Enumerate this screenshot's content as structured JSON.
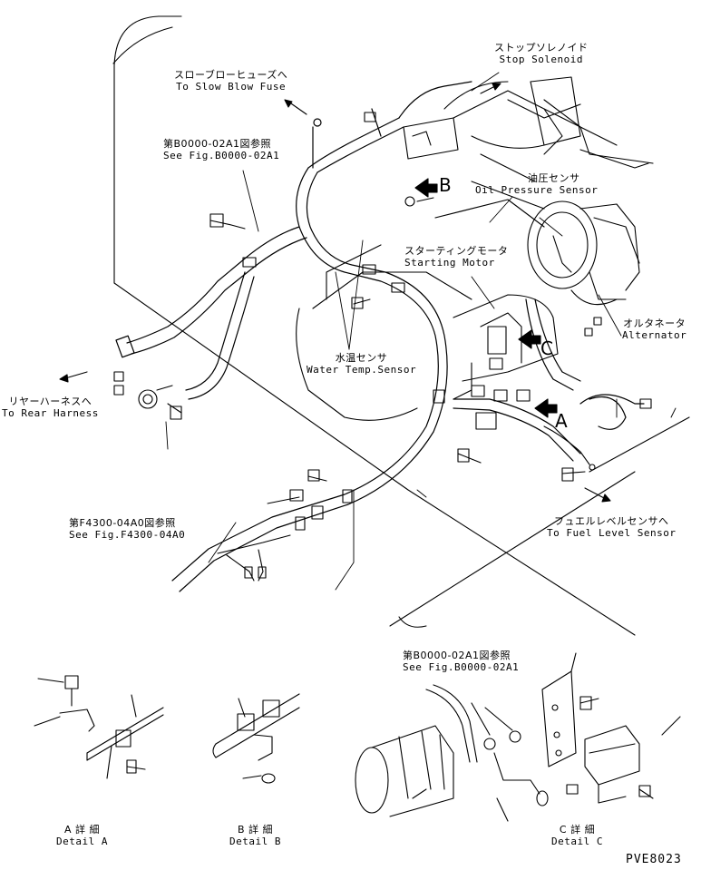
{
  "labels": {
    "stop_solenoid": {
      "jp": "ストップソレノイド",
      "en": "Stop Solenoid"
    },
    "slow_blow_fuse": {
      "jp": "スローブローヒューズへ",
      "en": "To Slow Blow Fuse"
    },
    "see_fig_top": {
      "jp": "第B0000-02A1図参照",
      "en": "See Fig.B0000-02A1"
    },
    "oil_pressure_sensor": {
      "jp": "油圧センサ",
      "en": "Oil Pressure Sensor"
    },
    "starting_motor": {
      "jp": "スターティングモータ",
      "en": "Starting Motor"
    },
    "alternator": {
      "jp": "オルタネータ",
      "en": "Alternator"
    },
    "water_temp_sensor": {
      "jp": "水温センサ",
      "en": "Water Temp.Sensor"
    },
    "rear_harness": {
      "jp": "リヤーハーネスへ",
      "en": "To Rear Harness"
    },
    "fuel_level_sensor": {
      "jp": "フュエルレベルセンサへ",
      "en": "To Fuel Level Sensor"
    },
    "see_fig_f4300": {
      "jp": "第F4300-04A0図参照",
      "en": "See Fig.F4300-04A0"
    },
    "see_fig_bottom": {
      "jp": "第B0000-02A1図参照",
      "en": "See Fig.B0000-02A1"
    },
    "detail_a": {
      "jp": "A 詳 細",
      "en": "Detail A"
    },
    "detail_b": {
      "jp": "B 詳 細",
      "en": "Detail B"
    },
    "detail_c": {
      "jp": "C 詳 細",
      "en": "Detail C"
    }
  },
  "markers": {
    "a": "A",
    "b": "B",
    "c": "C"
  },
  "drawing_code": "PVE8023"
}
